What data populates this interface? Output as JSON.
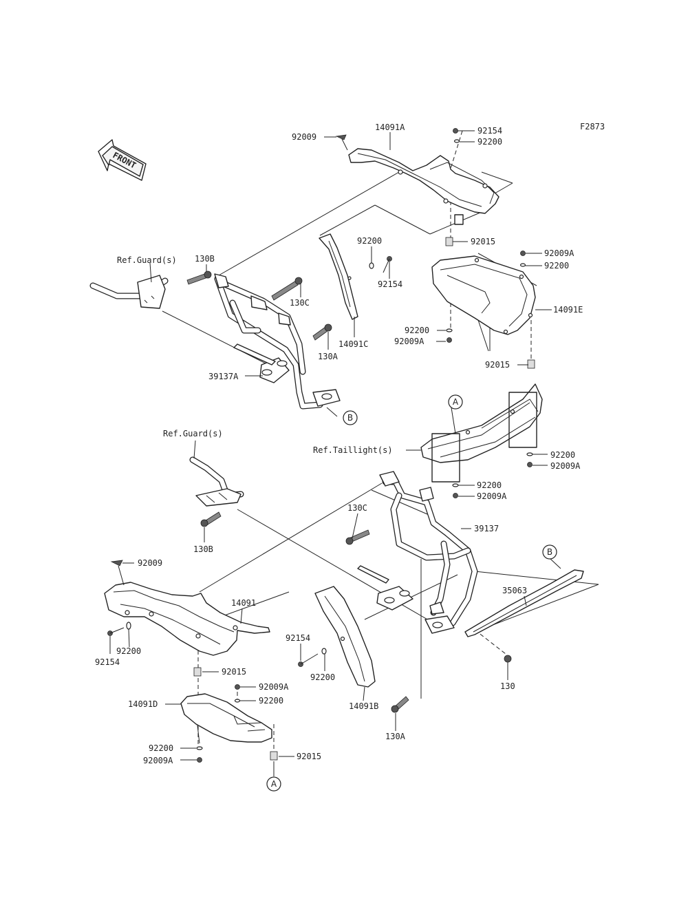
{
  "figure_code": "F2873",
  "front_label": "FRONT",
  "callouts": [
    {
      "id": "c1",
      "text": "92009"
    },
    {
      "id": "c2",
      "text": "14091A"
    },
    {
      "id": "c3",
      "text": "92154"
    },
    {
      "id": "c4",
      "text": "92200"
    },
    {
      "id": "c5",
      "text": "92015"
    },
    {
      "id": "c6",
      "text": "92009A"
    },
    {
      "id": "c7",
      "text": "92200"
    },
    {
      "id": "c8",
      "text": "14091E"
    },
    {
      "id": "c9",
      "text": "92200"
    },
    {
      "id": "c10",
      "text": "92009A"
    },
    {
      "id": "c11",
      "text": "92015"
    },
    {
      "id": "c12",
      "text": "92200"
    },
    {
      "id": "c13",
      "text": "92154"
    },
    {
      "id": "c14",
      "text": "14091C"
    },
    {
      "id": "c15",
      "text": "130B"
    },
    {
      "id": "c16",
      "text": "Ref.Guard(s)"
    },
    {
      "id": "c17",
      "text": "130C"
    },
    {
      "id": "c18",
      "text": "130A"
    },
    {
      "id": "c19",
      "text": "39137A"
    },
    {
      "id": "c20",
      "text": "Ref.Guard(s)"
    },
    {
      "id": "c21",
      "text": "Ref.Taillight(s)"
    },
    {
      "id": "c22",
      "text": "92200"
    },
    {
      "id": "c23",
      "text": "92009A"
    },
    {
      "id": "c24",
      "text": "92200"
    },
    {
      "id": "c25",
      "text": "92009A"
    },
    {
      "id": "c26",
      "text": "130C"
    },
    {
      "id": "c27",
      "text": "39137"
    },
    {
      "id": "c28",
      "text": "130B"
    },
    {
      "id": "c29",
      "text": "92009"
    },
    {
      "id": "c30",
      "text": "14091"
    },
    {
      "id": "c31",
      "text": "35063"
    },
    {
      "id": "c32",
      "text": "92154"
    },
    {
      "id": "c33",
      "text": "92200"
    },
    {
      "id": "c34",
      "text": "92154"
    },
    {
      "id": "c35",
      "text": "92200"
    },
    {
      "id": "c36",
      "text": "14091B"
    },
    {
      "id": "c37",
      "text": "130"
    },
    {
      "id": "c38",
      "text": "92015"
    },
    {
      "id": "c39",
      "text": "92009A"
    },
    {
      "id": "c40",
      "text": "92200"
    },
    {
      "id": "c41",
      "text": "14091D"
    },
    {
      "id": "c42",
      "text": "92200"
    },
    {
      "id": "c43",
      "text": "92009A"
    },
    {
      "id": "c44",
      "text": "92015"
    },
    {
      "id": "c45",
      "text": "130A"
    }
  ],
  "markers": [
    {
      "id": "m1",
      "text": "A"
    },
    {
      "id": "m2",
      "text": "B"
    },
    {
      "id": "m3",
      "text": "B"
    },
    {
      "id": "m4",
      "text": "A"
    }
  ]
}
